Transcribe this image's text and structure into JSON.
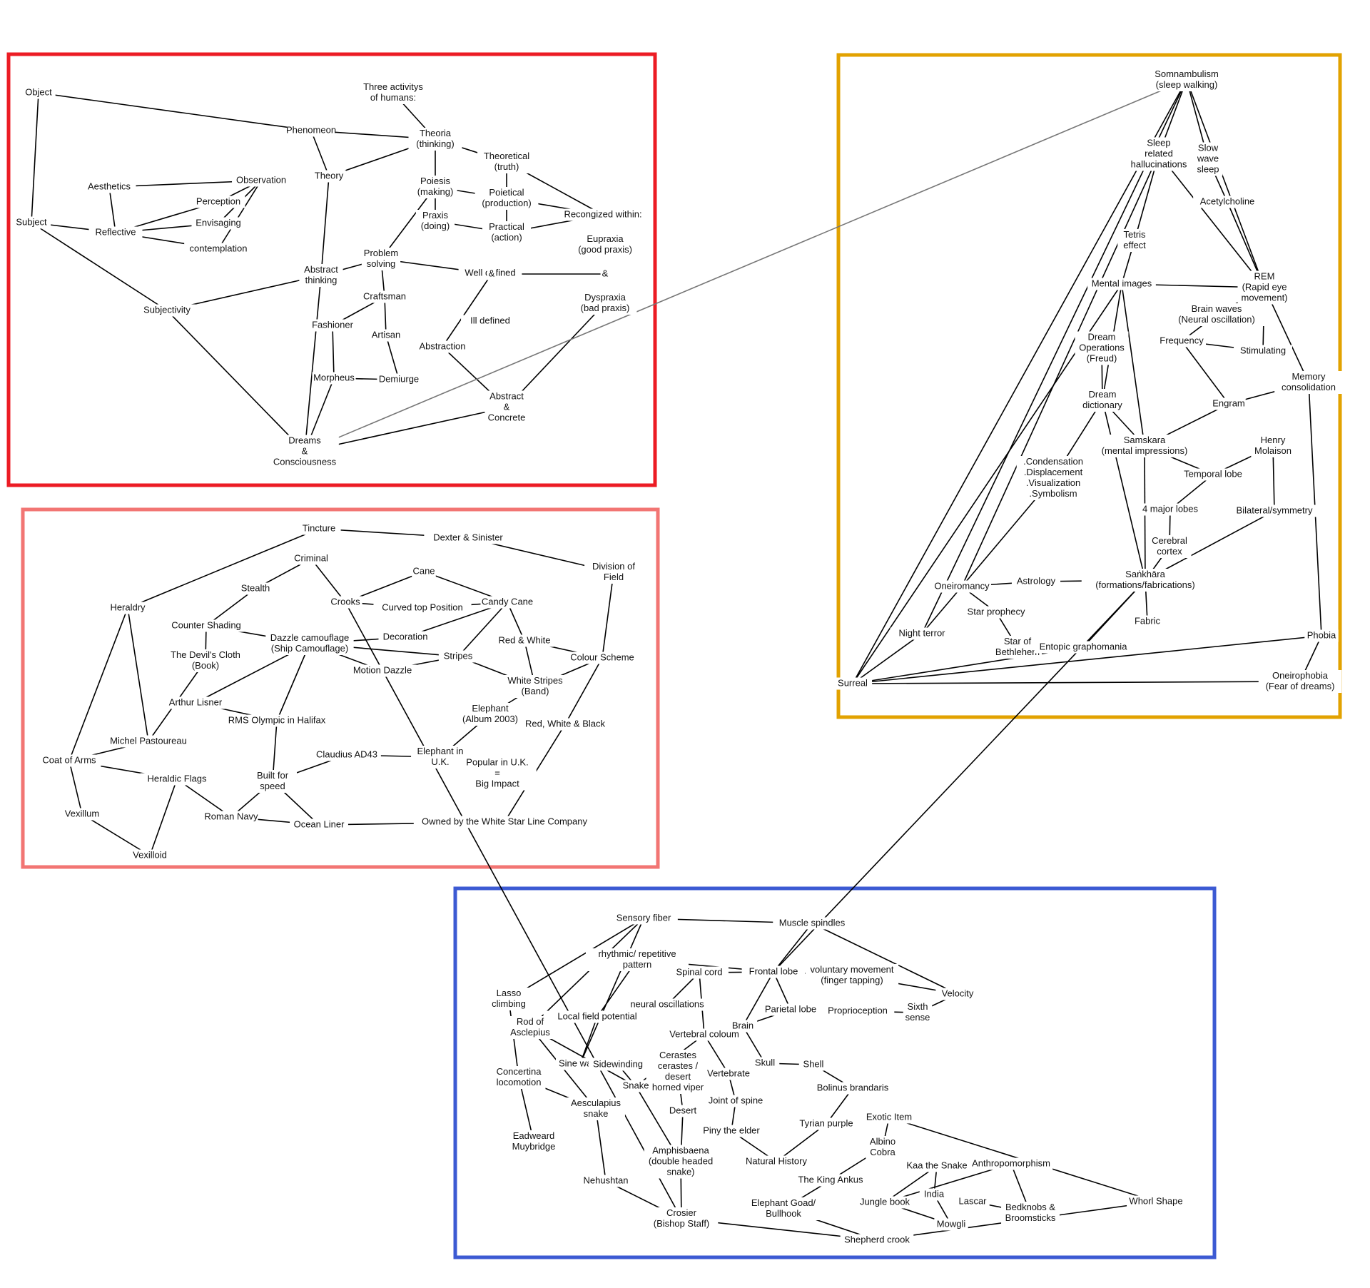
{
  "colors": {
    "philosophy": "#ec1c24",
    "heraldry": "#f27573",
    "sleep": "#e2a200",
    "snake": "#3c5ad3",
    "edge": "#000000",
    "cross_link": "#777777"
  },
  "clusters": {
    "philosophy": {
      "nodes": {
        "object": "Object",
        "phenomeon": "Phenomeon",
        "three_activities": "Three activitys\nof humans:",
        "theoria": "Theoria\n(thinking)",
        "theoretical": "Theoretical\n(truth)",
        "aesthetics": "Aesthetics",
        "observation": "Observation",
        "theory": "Theory",
        "poiesis": "Poiesis\n(making)",
        "poietical": "Poietical\n(production)",
        "perception": "Perception",
        "subject": "Subject",
        "reflective": "Reflective",
        "envisaging": "Envisaging",
        "praxis": "Praxis\n(doing)",
        "practical": "Practical\n(action)",
        "recognized": "Recongized within:",
        "contemplation": "contemplation",
        "eupraxia": "Eupraxia\n(good praxis)",
        "problem_solving": "Problem\nsolving",
        "abstract_thinking": "Abstract\nthinking",
        "well_defined": "Well defined",
        "amp1": "&",
        "amp2": "&",
        "craftsman": "Craftsman",
        "dyspraxia": "Dyspraxia\n(bad praxis)",
        "subjectivity": "Subjectivity",
        "fashioner": "Fashioner",
        "ill_defined": "Ill defined",
        "artisan": "Artisan",
        "abstraction": "Abstraction",
        "morpheus": "Morpheus",
        "demiurge": "Demiurge",
        "abstract_concrete": "Abstract\n&\nConcrete",
        "dreams": "Dreams\n&\nConsciousness"
      }
    },
    "heraldry": {
      "nodes": {
        "tincture": "Tincture",
        "dexter": "Dexter & Sinister",
        "criminal": "Criminal",
        "division": "Division of\nField",
        "cane": "Cane",
        "stealth": "Stealth",
        "heraldry": "Heraldry",
        "crooks": "Crooks",
        "curved_top": "Curved top Position",
        "candy_cane": "Candy Cane",
        "counter_shading": "Counter Shading",
        "dazzle": "Dazzle camouflage\n(Ship Camouflage)",
        "decoration": "Decoration",
        "red_white": "Red & White",
        "devils_cloth": "The Devil's Cloth\n(Book)",
        "stripes": "Stripes",
        "colour_scheme": "Colour Scheme",
        "motion_dazzle": "Motion Dazzle",
        "white_stripes": "White Stripes\n(Band)",
        "arthur": "Arthur Lisner",
        "elephant_album": "Elephant\n(Album 2003)",
        "rms": "RMS Olympic in Halifax",
        "rwb": "Red, White & Black",
        "michel": "Michel Pastoureau",
        "elephant_uk": "Elephant in\nU.K.",
        "claudius": "Claudius AD43",
        "coat": "Coat of Arms",
        "popular": "Popular in U.K.\n=\nBig Impact",
        "heraldic_flags": "Heraldic Flags",
        "built_speed": "Built for\nspeed",
        "vexillum": "Vexillum",
        "roman_navy": "Roman Navy",
        "owned": "Owned by the White Star Line Company",
        "ocean_liner": "Ocean Liner",
        "vexilloid": "Vexilloid"
      }
    },
    "sleep": {
      "nodes": {
        "somnambulism": "Somnambulism\n(sleep walking)",
        "sleep_hallu": "Sleep\nrelated\nhallucinations",
        "slow_wave": "Slow\nwave\nsleep",
        "acetylcholine": "Acetylcholine",
        "tetris": "Tetris\neffect",
        "rem": "REM\n(Rapid eye\nmovement)",
        "mental_images": "Mental images",
        "brain_waves": "Brain waves\n(Neural oscillation)",
        "frequency": "Frequency",
        "dream_ops": "Dream\nOperations\n(Freud)",
        "stimulating": "Stimulating",
        "memory": "Memory\nconsolidation",
        "dream_dict": "Dream\ndictionary",
        "engram": "Engram",
        "samskara": "Samskara\n(mental impressions)",
        "henry": "Henry\nMolaison",
        "condensation": ".Condensation\n.Displacement\n.Visualization\n.Symbolism",
        "temporal": "Temporal lobe",
        "four_lobes": "4 major lobes",
        "bilateral": "Bilateral/symmetry",
        "cerebral": "Cerebral\ncortex",
        "sankhara": "Saṅkhāra\n(formations/fabrications)",
        "astrology": "Astrology",
        "oneiromancy": "Oneiromancy",
        "star_prophecy": "Star prophecy",
        "fabric": "Fabric",
        "night_terror": "Night terror",
        "phobia": "Phobia",
        "star_bethlehem": "Star of\nBethlehem",
        "entopic": "Entopic graphomania",
        "oneirophobia": "Oneirophobia\n(Fear of dreams)",
        "surreal": "Surreal"
      }
    },
    "snake": {
      "nodes": {
        "sensory": "Sensory fiber",
        "muscle": "Muscle spindles",
        "rhythmic": "rhythmic/ repetitive\npattern",
        "spinal": "Spinal cord",
        "frontal": "Frontal lobe",
        "voluntary": "voluntary movement\n(finger tapping)",
        "lasso": "Lasso\nclimbing",
        "velocity": "Velocity",
        "neural_osc": "neural oscillations",
        "parietal": "Parietal lobe",
        "proprioception": "Proprioception",
        "sixth": "Sixth\nsense",
        "lfp": "Local field potential",
        "rod": "Rod of\nAsclepius",
        "brain": "Brain",
        "vertebral": "Vertebral coloum",
        "sine": "Sine wave",
        "cerastes": "Cerastes\ncerastes /\ndesert\nhorned viper",
        "sidewinding": "Sidewinding",
        "skull": "Skull",
        "shell": "Shell",
        "concertina": "Concertina\nlocomotion",
        "vertebrate": "Vertebrate",
        "snake": "Snake",
        "bolinus": "Bolinus brandaris",
        "joint": "Joint of spine",
        "aesculapius": "Aesculapius\nsnake",
        "desert": "Desert",
        "exotic": "Exotic Item",
        "tyrian": "Tyrian purple",
        "eadweard": "Eadweard\nMuybridge",
        "piny": "Piny the elder",
        "albino": "Albino\nCobra",
        "natural_history": "Natural History",
        "amphisbaena": "Amphisbaena\n(double headed\nsnake)",
        "kaa": "Kaa the Snake",
        "anthropomorphism": "Anthropomorphism",
        "king_ankus": "The King Ankus",
        "nehushtan": "Nehushtan",
        "jungle_book": "Jungle book",
        "india": "India",
        "lascar": "Lascar",
        "whorl": "Whorl Shape",
        "elephant_goad": "Elephant Goad/\nBullhook",
        "bedknobs": "Bedknobs &\nBroomsticks",
        "crosier": "Crosier\n(Bishop Staff)",
        "mowgli": "Mowgli",
        "shepherd": "Shepherd crook"
      }
    }
  }
}
